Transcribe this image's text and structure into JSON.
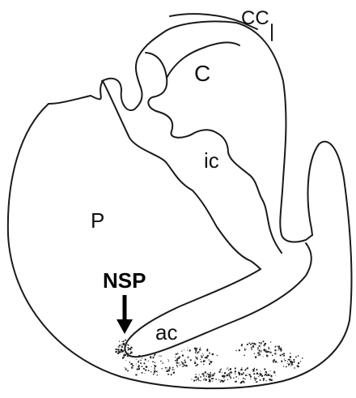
{
  "diagram": {
    "labels": {
      "cc": "CC",
      "c": "C",
      "ic": "ic",
      "p": "P",
      "nsp": "NSP",
      "ac": "ac"
    },
    "colors": {
      "line": "#1a1a1a",
      "text": "#111111",
      "stipple": "#222222",
      "background": "#ffffff"
    }
  }
}
